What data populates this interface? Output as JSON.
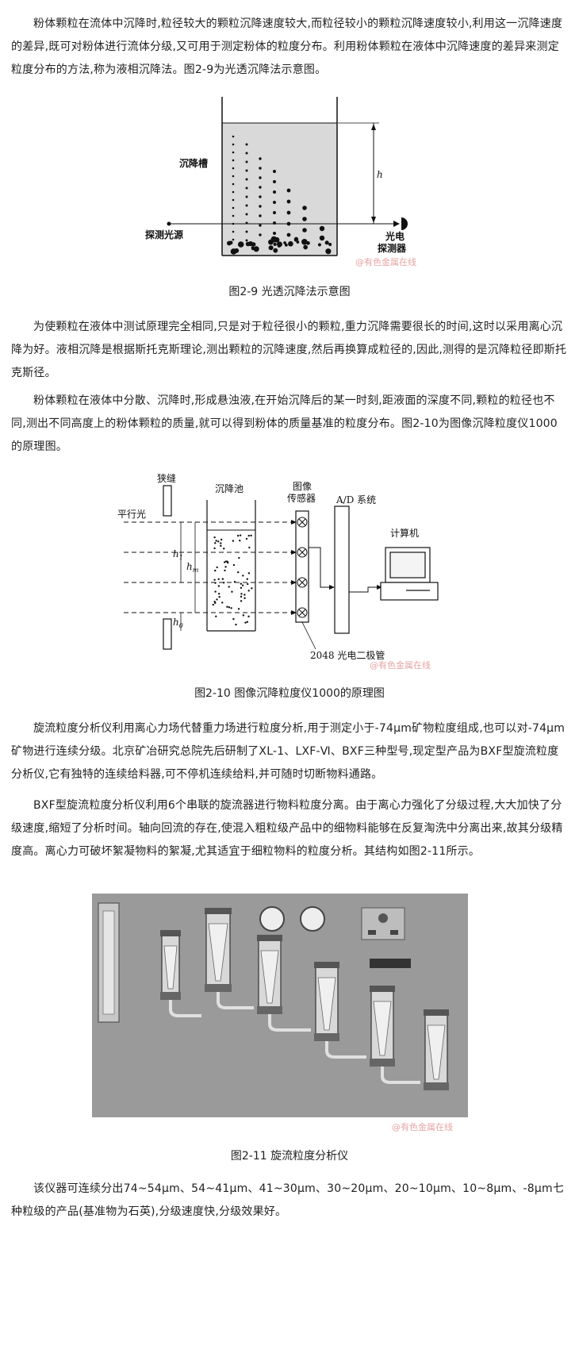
{
  "paragraphs": {
    "p1": "粉体颗粒在流体中沉降时,粒径较大的颗粒沉降速度较大,而粒径较小的颗粒沉降速度较小,利用这一沉降速度的差异,既可对粉体进行流体分级,又可用于测定粉体的粒度分布。利用粉体颗粒在液体中沉降速度的差异来测定粒度分布的方法,称为液相沉降法。图2-9为光透沉降法示意图。",
    "p2": "为使颗粒在液体中测试原理完全相同,只是对于粒径很小的颗粒,重力沉降需要很长的时间,这时以采用离心沉降为好。液相沉降是根据斯托克斯理论,测出颗粒的沉降速度,然后再换算成粒径的,因此,测得的是沉降粒径即斯托克斯径。",
    "p3": "粉体颗粒在液体中分散、沉降时,形成悬浊液,在开始沉降后的某一时刻,距液面的深度不同,颗粒的粒径也不同,测出不同高度上的粉体颗粒的质量,就可以得到粉体的质量基准的粒度分布。图2-10为图像沉降粒度仪1000的原理图。",
    "p4": "旋流粒度分析仪利用离心力场代替重力场进行粒度分析,用于测定小于-74μm矿物粒度组成,也可以对-74μm矿物进行连续分级。北京矿冶研究总院先后研制了XL-1、LXF-Ⅵ、BXF三种型号,现定型产品为BXF型旋流粒度分析仪,它有独特的连续给料器,可不停机连续给料,并可随时切断物料通路。",
    "p5": "BXF型旋流粒度分析仪利用6个串联的旋流器进行物料粒度分离。由于离心力强化了分级过程,大大加快了分级速度,缩短了分析时间。轴向回流的存在,使混入粗粒级产品中的细物料能够在反复淘洗中分离出来,故其分级精度高。离心力可破坏絮凝物料的絮凝,尤其适宜于细粒物料的粒度分析。其结构如图2-11所示。",
    "p6": "该仪器可连续分出74~54μm、54~41μm、41~30μm、30~20μm、20~10μm、10~8μm、-8μm七种粒级的产品(基准物为石英),分级速度快,分级效果好。"
  },
  "figures": {
    "fig29": {
      "caption": "图2-9 光透沉降法示意图",
      "label_tank": "沉降槽",
      "label_source": "探测光源",
      "label_detector_1": "光电",
      "label_detector_2": "探测器",
      "label_h": "h",
      "watermark": "@有色金属在线"
    },
    "fig210": {
      "caption": "图2-10 图像沉降粒度仪1000的原理图",
      "label_slit": "狭缝",
      "label_pool": "沉降池",
      "label_sensor_1": "图像",
      "label_sensor_2": "传感器",
      "label_ad": "A/D 系统",
      "label_computer": "计算机",
      "label_parallel": "平行光",
      "label_diode": "2048 光电二极管",
      "label_h1": "h",
      "label_h1_sub": "1",
      "label_hm": "h",
      "label_hm_sub": "m",
      "label_h0": "h",
      "label_h0_sub": "0",
      "watermark": "@有色金属在线"
    },
    "fig211": {
      "caption": "图2-11 旋流粒度分析仪",
      "watermark": "@有色金属在线"
    }
  },
  "colors": {
    "tank_fill": "#d9d9d9",
    "photo_bg": "#9a9a9a",
    "watermark": "#e8a3a3"
  }
}
